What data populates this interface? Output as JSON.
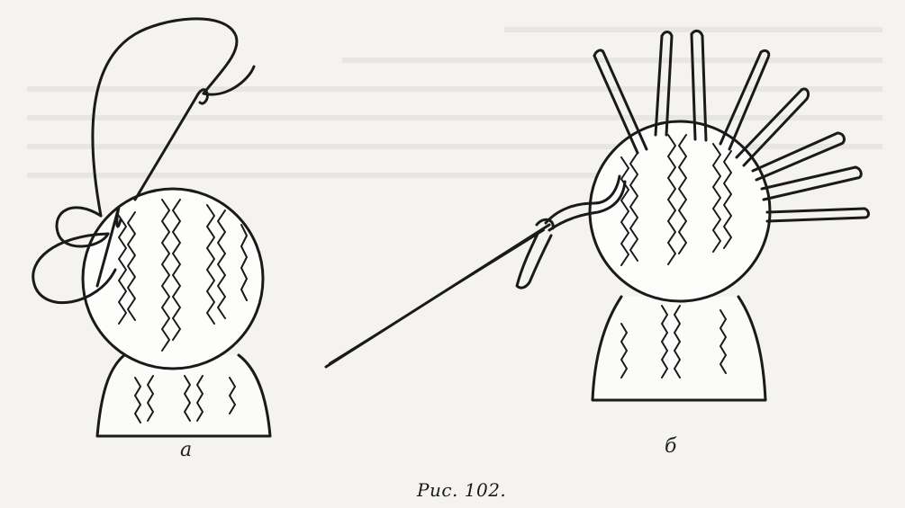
{
  "figure": {
    "caption": "Рис. 102.",
    "panels": [
      {
        "label": "а"
      },
      {
        "label": "б"
      }
    ]
  },
  "colors": {
    "ink": "#1a1a1a",
    "paper": "#f4f3f0"
  }
}
